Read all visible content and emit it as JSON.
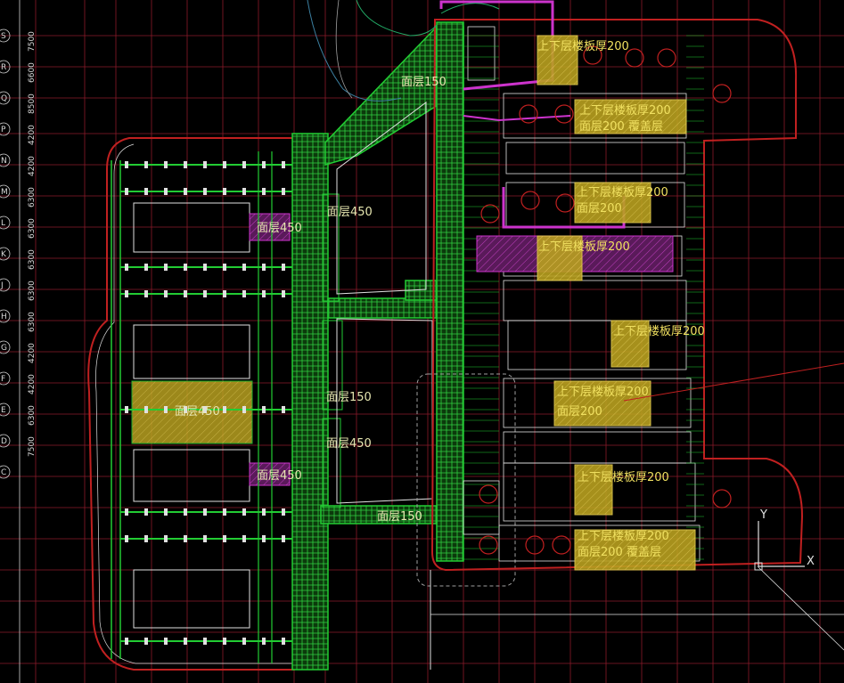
{
  "drawing": {
    "bg_color": "#000000",
    "grid_color": "#8b1a2a",
    "wall_color": "#c02020",
    "green_color": "#22cc33",
    "white_color": "#e0e0e0",
    "yellow_fill": "#b8a020",
    "magenta_color": "#cc33cc",
    "axis_letters": [
      "S",
      "R",
      "Q",
      "P",
      "N",
      "M",
      "L",
      "K",
      "J",
      "H",
      "G",
      "F",
      "E",
      "D",
      "C"
    ],
    "dims_left": [
      "7500",
      "6600",
      "8500",
      "4200",
      "4200",
      "6300",
      "6300",
      "6300",
      "6300",
      "6300",
      "4200",
      "4200",
      "6300",
      "7500"
    ],
    "labels": {
      "mianceng150_top": "面层150",
      "mianceng450_a": "面层450",
      "mianceng150_mid": "面层150",
      "mianceng450_b": "面层450",
      "mianceng150_bottom": "面层150",
      "slab_note_1": "上下层楼板厚200",
      "slab_note_2": "上下层楼板厚200",
      "slab_note_2b": "面层200 覆盖层",
      "slab_note_3": "上下层楼板厚200",
      "slab_note_3b": "面层200",
      "slab_note_4": "上下层楼板厚200",
      "slab_note_5": "上下层楼板厚200",
      "slab_note_6": "上下层楼板厚200",
      "slab_note_6b": "面层200",
      "slab_note_7": "上下层楼板厚200",
      "slab_note_8": "上下层楼板厚200",
      "slab_note_8b": "面层200 覆盖层",
      "left_room_a": "面层450",
      "left_room_b": "面层450",
      "left_room_c": "面层450"
    },
    "ucs": {
      "y_label": "Y",
      "x_label": "X"
    }
  }
}
